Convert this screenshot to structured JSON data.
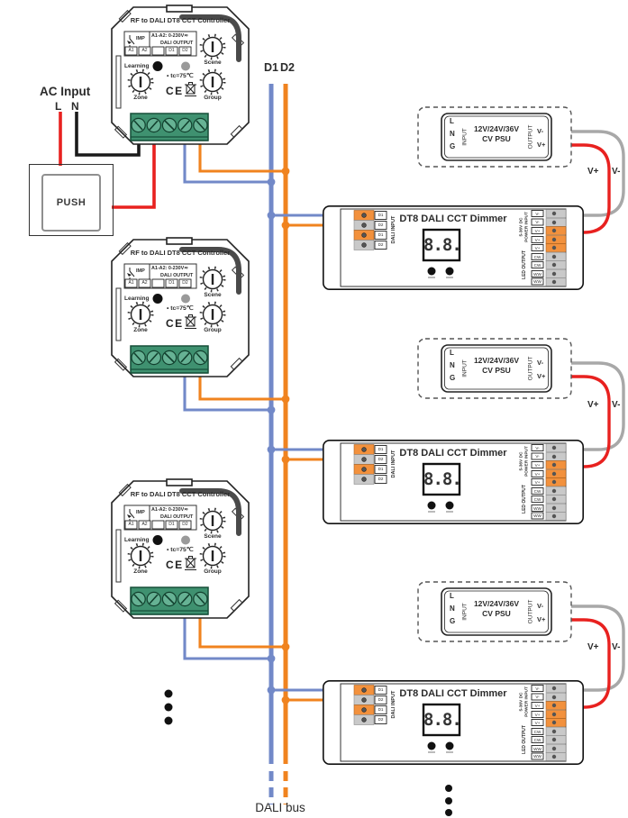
{
  "ac": {
    "label": "AC Input",
    "l": "L",
    "n": "N"
  },
  "push": {
    "label": "PUSH"
  },
  "bus": {
    "d1": "D1",
    "d2": "D2",
    "label": "DALI bus"
  },
  "controller": {
    "title": "RF to DALI DT8 CCT Controller",
    "imp": "IMP",
    "rating": "A1-A2: 0-230V≂",
    "dali_output": "DALI OUTPUT",
    "term_a1": "A1",
    "term_a2": "A2",
    "term_d1": "D1",
    "term_d2": "D2",
    "learning": "Learning",
    "tc": "• tc=75℃",
    "ce": "CE",
    "scene": "Scene",
    "zone": "Zone",
    "group": "Group"
  },
  "psu": {
    "line1": "12V/24V/36V",
    "line2": "CV PSU",
    "input": "INPUT",
    "output": "OUTPUT",
    "l": "L",
    "n": "N",
    "g": "G",
    "vminus": "V-",
    "vplus": "V+"
  },
  "dimmer": {
    "title": "DT8 DALI CCT Dimmer",
    "display": "8.8.",
    "dali_input": "DALI INPUT",
    "left_terms": [
      "D1",
      "D2",
      "D1",
      "D2"
    ],
    "power_label_1": "5-36V DC",
    "power_label_2": "POWER INPUT",
    "power_terms": [
      "V-",
      "V-",
      "V+",
      "V+"
    ],
    "led_label": "LED OUTPUT",
    "led_terms": [
      "V+",
      "CW",
      "CW",
      "WW",
      "WW"
    ]
  },
  "wire_labels": {
    "vplus": "V+",
    "vminus": "V-"
  },
  "colors": {
    "d1_blue": "#7289c8",
    "d2_orange": "#f0831f",
    "mains_red": "#e8211f",
    "mains_black": "#1a1a1a",
    "psu_gray": "#a8a8a8",
    "terminal_green": "#3f9170",
    "cap_orange": "#f2913d"
  }
}
